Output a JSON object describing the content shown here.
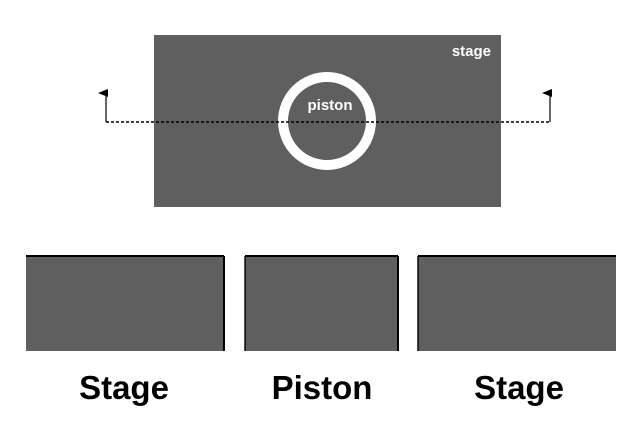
{
  "colors": {
    "block_fill": "#5f5f5f",
    "ring_stroke": "#ffffff",
    "dashed_line": "#000000",
    "label_on_dark": "#ffffff",
    "label_on_light": "#000000"
  },
  "top_view": {
    "stage_label": "stage",
    "piston_label": "piston",
    "section_line_style": "dashed",
    "section_arrows": [
      "arrow-up-icon",
      "arrow-up-icon"
    ]
  },
  "section_view": {
    "captions": [
      "Stage",
      "Piston",
      "Stage"
    ]
  }
}
